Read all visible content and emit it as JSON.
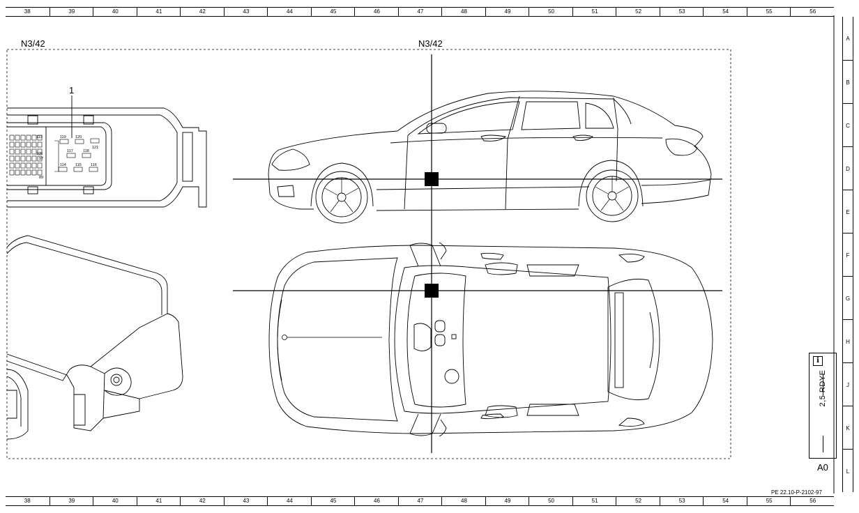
{
  "grid": {
    "columns": [
      "38",
      "39",
      "40",
      "41",
      "42",
      "43",
      "44",
      "45",
      "46",
      "47",
      "48",
      "49",
      "50",
      "51",
      "52",
      "53",
      "54",
      "55",
      "56"
    ],
    "rows": [
      "A",
      "B",
      "C",
      "D",
      "E",
      "F",
      "G",
      "H",
      "J",
      "K",
      "L"
    ]
  },
  "labels": {
    "component_left": "N3/42",
    "component_center": "N3/42",
    "callout_1": "1"
  },
  "connector_pins": [
    "119",
    "120",
    "113",
    "121",
    "117",
    "118",
    "105",
    "97",
    "114",
    "115",
    "116",
    "89"
  ],
  "info_box": {
    "icon": "info-icon",
    "wire_spec": "2,5 RDYE"
  },
  "sheet": {
    "zone": "A0",
    "document_ref": "PE 22.10-P-2102-97"
  }
}
